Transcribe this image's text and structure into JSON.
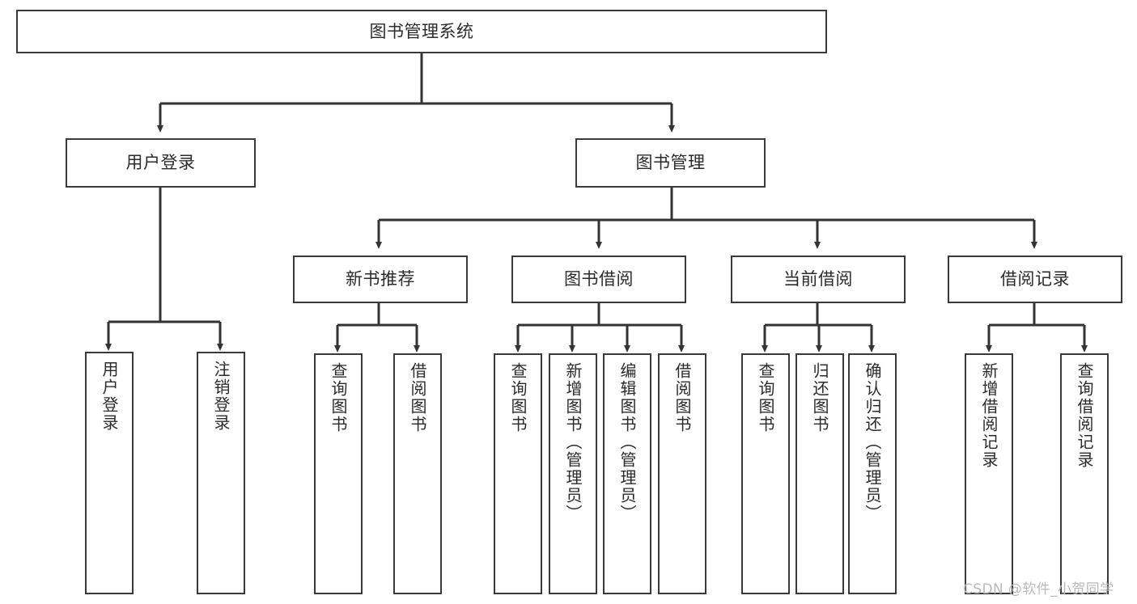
{
  "diagram": {
    "type": "tree-hierarchy-chart",
    "root": {
      "id": "root",
      "label": "图书管理系统"
    },
    "level2": [
      {
        "id": "user-login",
        "label": "用户登录"
      },
      {
        "id": "book-management",
        "label": "图书管理"
      }
    ],
    "level3": [
      {
        "id": "new-book-recommend",
        "label": "新书推荐"
      },
      {
        "id": "book-borrow",
        "label": "图书借阅"
      },
      {
        "id": "current-borrow",
        "label": "当前借阅"
      },
      {
        "id": "borrow-record",
        "label": "借阅记录"
      }
    ],
    "leaves": {
      "user_login": [
        {
          "id": "leaf-user-login",
          "label": "用户登录"
        },
        {
          "id": "leaf-logout-login",
          "label": "注销登录"
        }
      ],
      "new_book_recommend": [
        {
          "id": "leaf-query-book-1",
          "label": "查询图书"
        },
        {
          "id": "leaf-borrow-book-1",
          "label": "借阅图书"
        }
      ],
      "book_borrow": [
        {
          "id": "leaf-query-book-2",
          "label": "查询图书"
        },
        {
          "id": "leaf-add-book",
          "label": "新增图书（管理员）"
        },
        {
          "id": "leaf-edit-book",
          "label": "编辑图书（管理员）"
        },
        {
          "id": "leaf-borrow-book-2",
          "label": "借阅图书"
        }
      ],
      "current_borrow": [
        {
          "id": "leaf-query-book-3",
          "label": "查询图书"
        },
        {
          "id": "leaf-return-book",
          "label": "归还图书"
        },
        {
          "id": "leaf-confirm-return",
          "label": "确认归还（管理员）"
        }
      ],
      "borrow_record": [
        {
          "id": "leaf-add-record",
          "label": "新增借阅记录"
        },
        {
          "id": "leaf-query-record",
          "label": "查询借阅记录"
        }
      ]
    },
    "colors": {
      "border": "#3a3a3a",
      "text": "#2b2b2b",
      "background": "#ffffff",
      "edge": "#333333",
      "watermark": "#b9b9b9"
    }
  },
  "watermark": {
    "text": "CSDN @软件_小贺同学"
  }
}
